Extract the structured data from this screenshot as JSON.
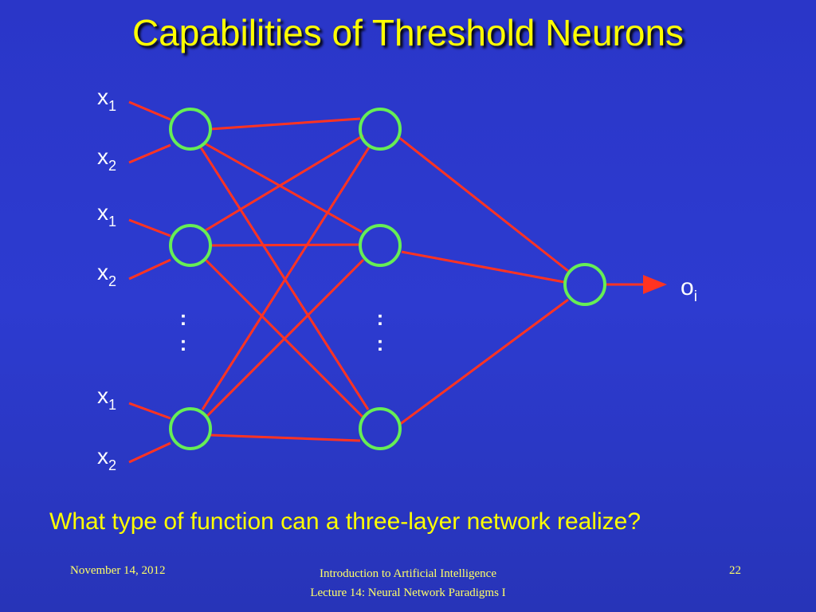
{
  "slide": {
    "title": "Capabilities of Threshold Neurons",
    "question": "What type of function can a three-layer network realize?"
  },
  "diagram": {
    "inputs": [
      {
        "var": "x",
        "sub": "1"
      },
      {
        "var": "x",
        "sub": "2"
      },
      {
        "var": "x",
        "sub": "1"
      },
      {
        "var": "x",
        "sub": "2"
      },
      {
        "var": "x",
        "sub": "1"
      },
      {
        "var": "x",
        "sub": "2"
      }
    ],
    "output": {
      "var": "o",
      "sub": "i"
    },
    "ellipsis": ":",
    "colors": {
      "node_stroke": "#66ee55",
      "edge": "#ff3322",
      "label": "#ffffff"
    }
  },
  "footer": {
    "date": "November 14, 2012",
    "course": "Introduction to Artificial Intelligence",
    "lecture": "Lecture 14: Neural Network Paradigms I",
    "page": "22"
  }
}
